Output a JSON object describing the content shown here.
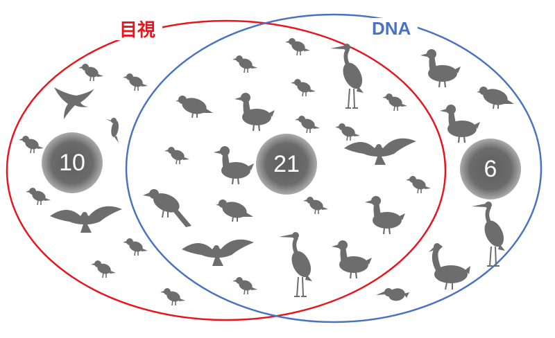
{
  "sets": {
    "visual": {
      "label": "目視",
      "color": "#e8141e"
    },
    "dna": {
      "label": "DNA",
      "color": "#4a72c4"
    }
  },
  "counts": {
    "visual_only": "10",
    "both": "21",
    "dna_only": "6"
  },
  "icon_color": "#6d6d6d",
  "birds": {
    "visual_only": [
      "small-bird",
      "small-bird",
      "swallow",
      "woodpecker",
      "small-bird",
      "small-bird",
      "eagle",
      "small-bird",
      "small-bird",
      "small-bird"
    ],
    "both": [
      "small-bird",
      "small-bird",
      "small-bird",
      "heron",
      "pigeon",
      "duck",
      "small-bird",
      "small-bird",
      "small-bird",
      "small-bird",
      "duck",
      "eagle",
      "crow",
      "pigeon",
      "small-bird",
      "small-bird",
      "duck",
      "eagle",
      "heron",
      "duck",
      "small-bird"
    ],
    "dna_only": [
      "duck",
      "pigeon",
      "duck",
      "heron",
      "swan",
      "kingfisher"
    ]
  }
}
